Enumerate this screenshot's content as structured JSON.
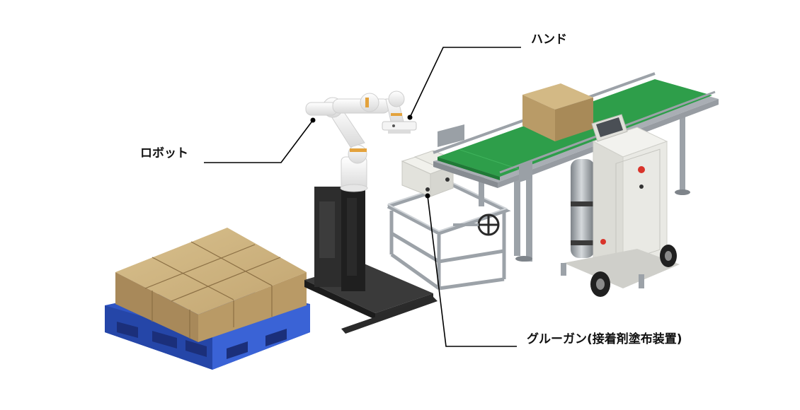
{
  "callouts": {
    "hand": "ハンド",
    "robot": "ロボット",
    "glue_gun": "グルーガン(接着剤塗布装置)"
  },
  "colors": {
    "pallet": "#2f55c4",
    "cardboard": "#c5aa74",
    "conveyor_belt": "#2e9e4a",
    "robot_base": "#2a2a2a",
    "robot_arm": "#f3f3f3",
    "joint_accent": "#e3a23c",
    "frame": "#b8bdc3",
    "cabinet": "#e9e9e4",
    "cylinder": "#9fa4a9"
  }
}
